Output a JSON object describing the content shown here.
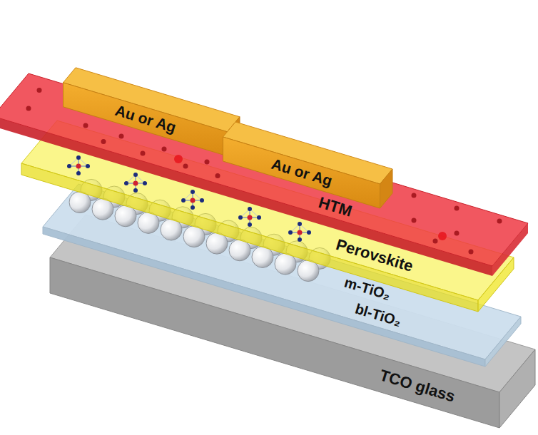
{
  "diagram": {
    "labels": [
      "Au or Ag",
      "Au or Ag",
      "HTM",
      "Perovskite",
      "m-TiO₂",
      "bl-TiO₂",
      "TCO glass"
    ]
  }
}
